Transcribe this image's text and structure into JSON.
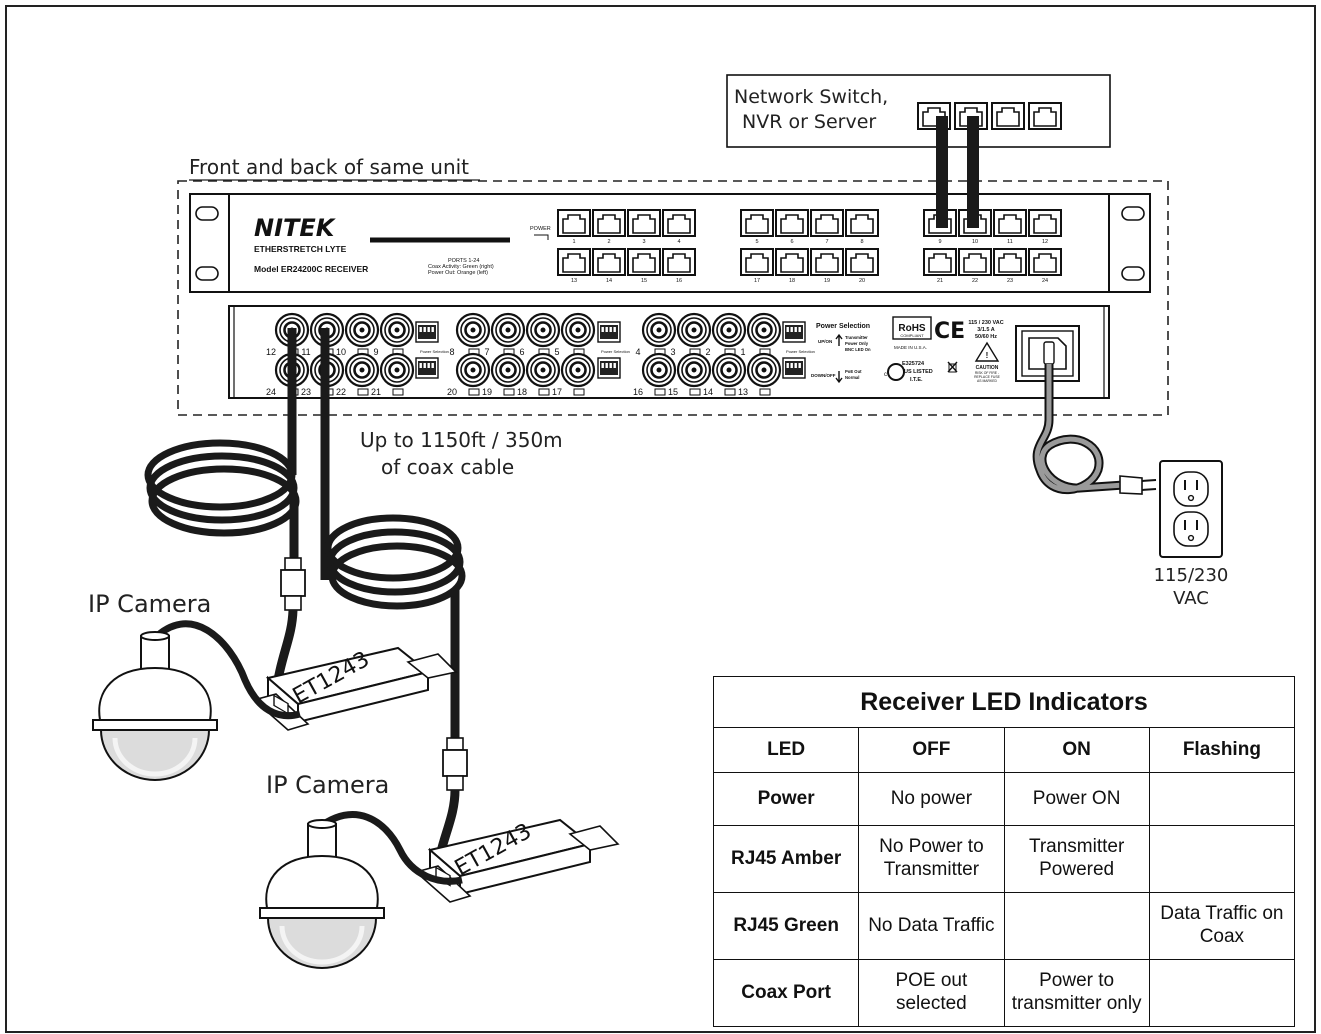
{
  "labels": {
    "front_back": "Front and back of same unit",
    "switch_line1": "Network Switch,",
    "switch_line2": "NVR or Server",
    "cable_line1": "Up to 1150ft / 350m",
    "cable_line2": "of coax cable",
    "camera1": "IP Camera",
    "camera2": "IP Camera",
    "outlet_line1": "115/230",
    "outlet_line2": "VAC",
    "transmitter1": "ET1243",
    "transmitter2": "ET1243"
  },
  "front_panel": {
    "brand": "NITEK",
    "product": "ETHERSTRETCH LYTE",
    "model": "Model ER24200C RECEIVER",
    "power_label": "POWER",
    "ports_title": "PORTS 1-24",
    "coax_activity": "Coax Activity:  Green (right)",
    "power_out": "Power Out:    Orange (left)",
    "top_ports": [
      "1",
      "2",
      "3",
      "4",
      "5",
      "6",
      "7",
      "8",
      "9",
      "10",
      "11",
      "12"
    ],
    "bottom_ports": [
      "13",
      "14",
      "15",
      "16",
      "17",
      "18",
      "19",
      "20",
      "21",
      "22",
      "23",
      "24"
    ]
  },
  "back_panel": {
    "upper_numbers": [
      "12",
      "11",
      "10",
      "9",
      "8",
      "7",
      "6",
      "5",
      "4",
      "3",
      "2",
      "1"
    ],
    "lower_numbers": [
      "24",
      "23",
      "22",
      "21",
      "20",
      "19",
      "18",
      "17",
      "16",
      "15",
      "14",
      "13"
    ],
    "power_selection_small": "Power Selection",
    "power_selection": "Power Selection",
    "up_on": "UP/ON",
    "up_desc_1": "Transmitter",
    "up_desc_2": "Power Only",
    "up_desc_3": "BNC LED On",
    "down_off": "DOWN/OFF",
    "down_desc_1": "PoE Out",
    "down_desc_2": "Normal",
    "rohs": "RoHS",
    "rohs_sub": "COMPLIANT",
    "made_in": "MADE IN U.S.A.",
    "ce": "CE",
    "voltage_1": "115 / 230 VAC",
    "voltage_2": "3/1.5 A",
    "voltage_3": "50/60 Hz",
    "ul_number": "E325724",
    "ul_listed": "US LISTED",
    "ite": "I.T.E.",
    "caution": "CAUTION",
    "caution_sub1": "RISK OF FIRE -",
    "caution_sub2": "REPLACE FUSE",
    "caution_sub3": "AS MARKED"
  },
  "led_table": {
    "title": "Receiver LED Indicators",
    "headers": [
      "LED",
      "OFF",
      "ON",
      "Flashing"
    ],
    "rows": [
      [
        "Power",
        "No power",
        "Power ON",
        ""
      ],
      [
        "RJ45 Amber",
        "No Power to Transmitter",
        "Transmitter Powered",
        ""
      ],
      [
        "RJ45 Green",
        "No Data Traffic",
        "",
        "Data Traffic on Coax"
      ],
      [
        "Coax Port",
        "POE out selected",
        "Power to transmitter only",
        ""
      ]
    ]
  },
  "icons": {
    "rj45": "rj45-port-icon",
    "bnc": "bnc-connector-icon",
    "camera": "dome-camera-icon",
    "outlet": "power-outlet-icon"
  }
}
